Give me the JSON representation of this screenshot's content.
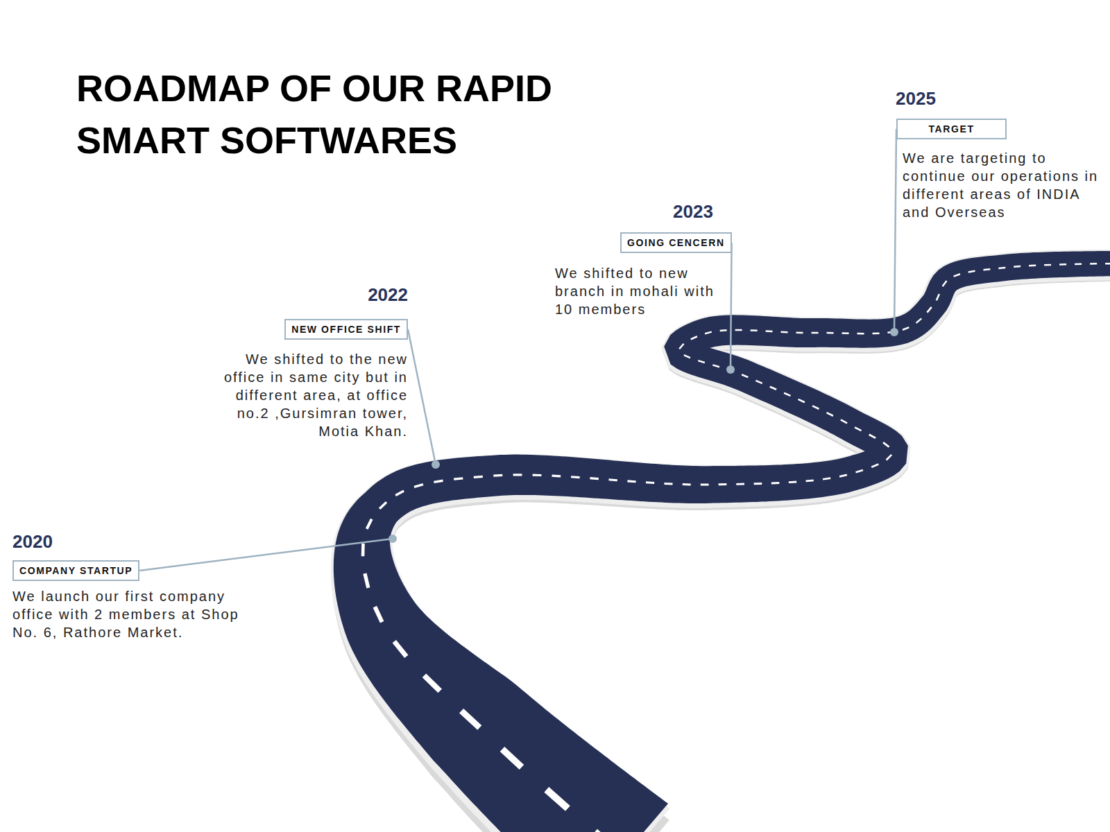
{
  "diagram": {
    "title": "ROADMAP OF OUR RAPID SMART SOFTWARES",
    "nodes": [
      {
        "text": [
          "2020",
          "COMPANY STARTUP",
          "We launch our first company office with 2 members at Shop No. 6, Rathore Market."
        ]
      },
      {
        "text": [
          "2022",
          "NEW OFFICE SHIFT",
          "We shifted to the new office in same city but in different area, at office no.2 ,Gursimran tower, Motia Khan."
        ]
      },
      {
        "text": [
          "2023",
          "GOING CENCERN",
          "We shifted to new branch in mohali with 10 members"
        ]
      },
      {
        "text": [
          "2025",
          "TARGET",
          "We are targeting to continue our operations in different areas of INDIA and Overseas"
        ]
      }
    ]
  }
}
